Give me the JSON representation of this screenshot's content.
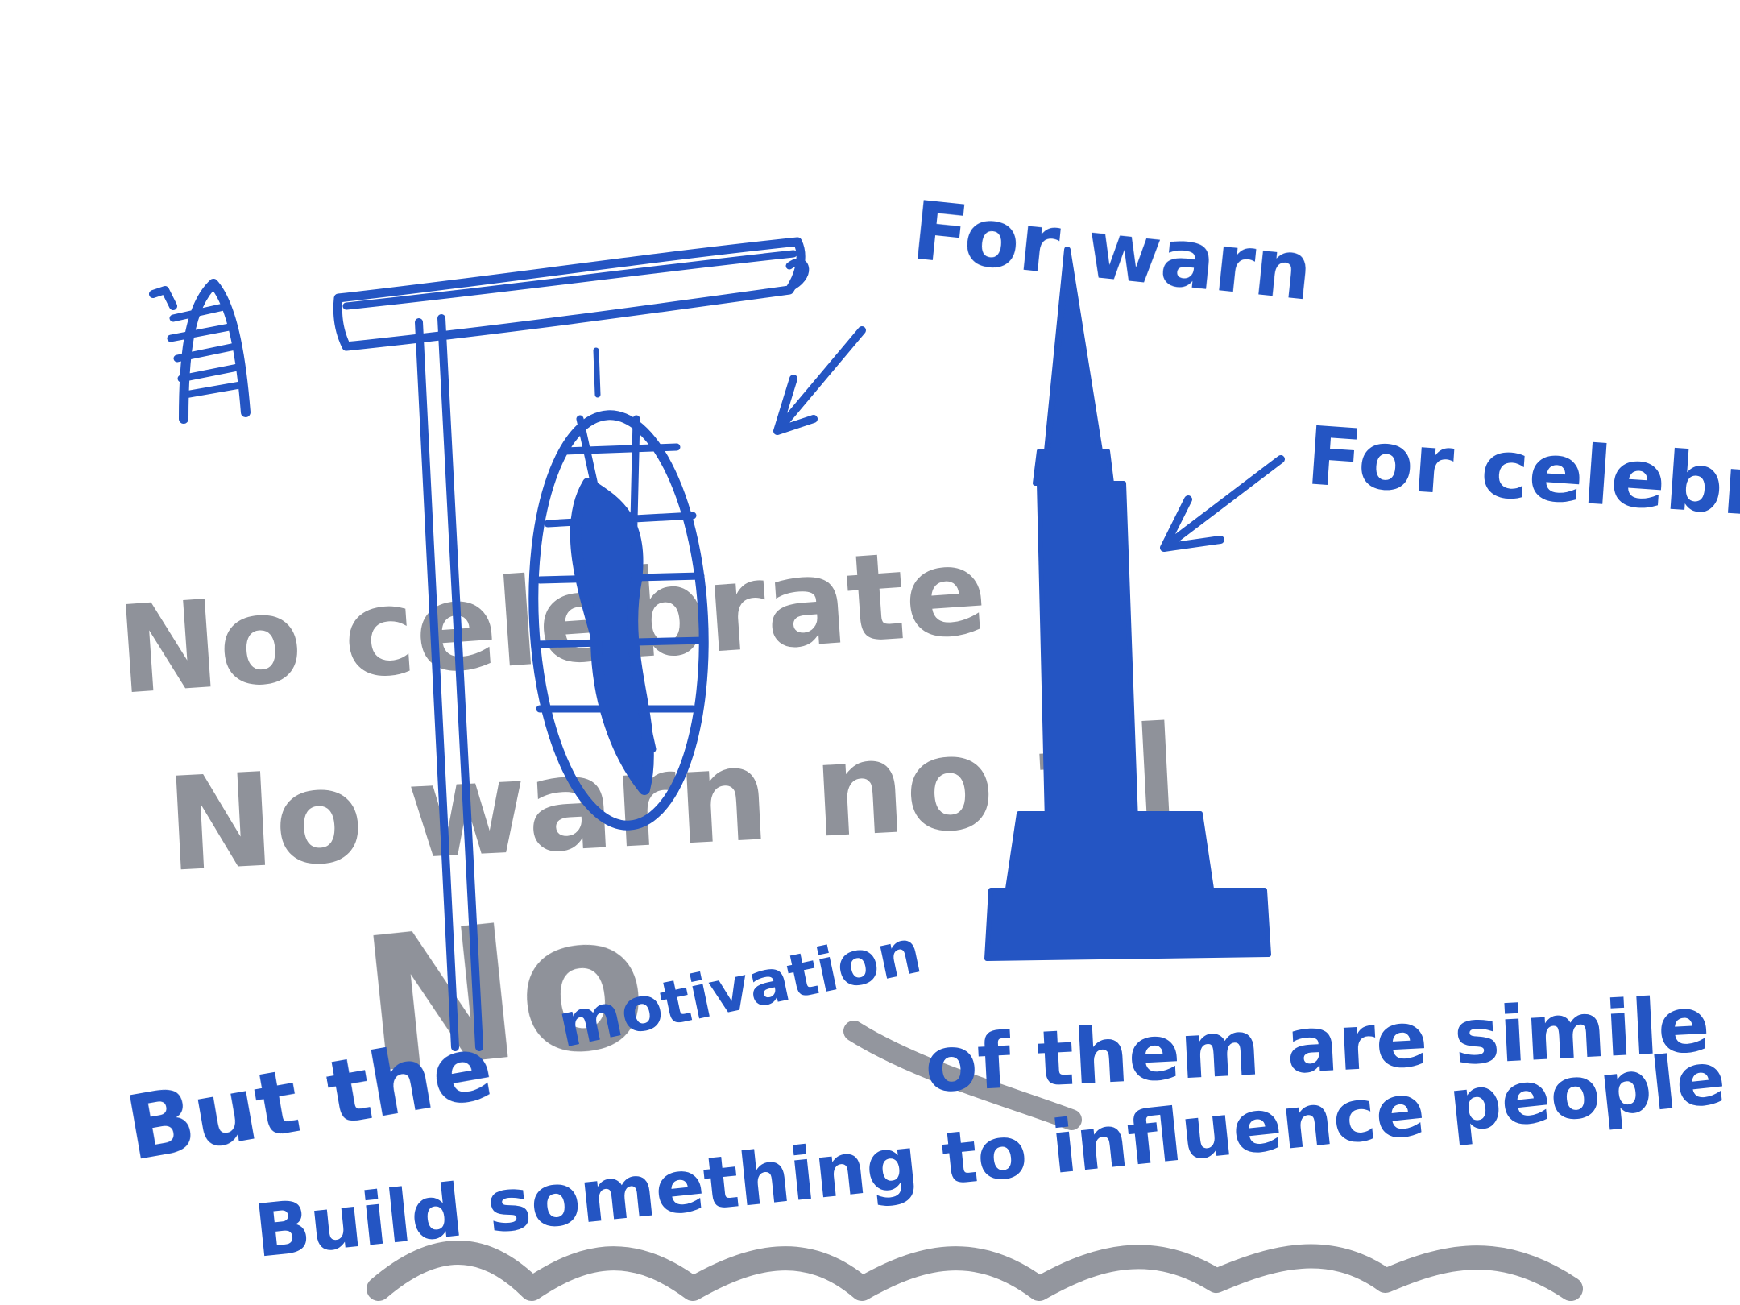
{
  "annotations": {
    "for_war": "For warn",
    "for_celebrate": "For celebrcee",
    "grey_line1": "No celebrate",
    "grey_line2": "No warn no fll",
    "grey_line3": "No",
    "caption_line1_a": "But the",
    "caption_motivation": "motivation",
    "caption_line1_b": "of them are simile",
    "caption_line2": "Build something to influence people"
  },
  "colors": {
    "ink_blue": "#2455c3",
    "shadow_grey": "#7b7f88",
    "background": "#ffffff"
  }
}
